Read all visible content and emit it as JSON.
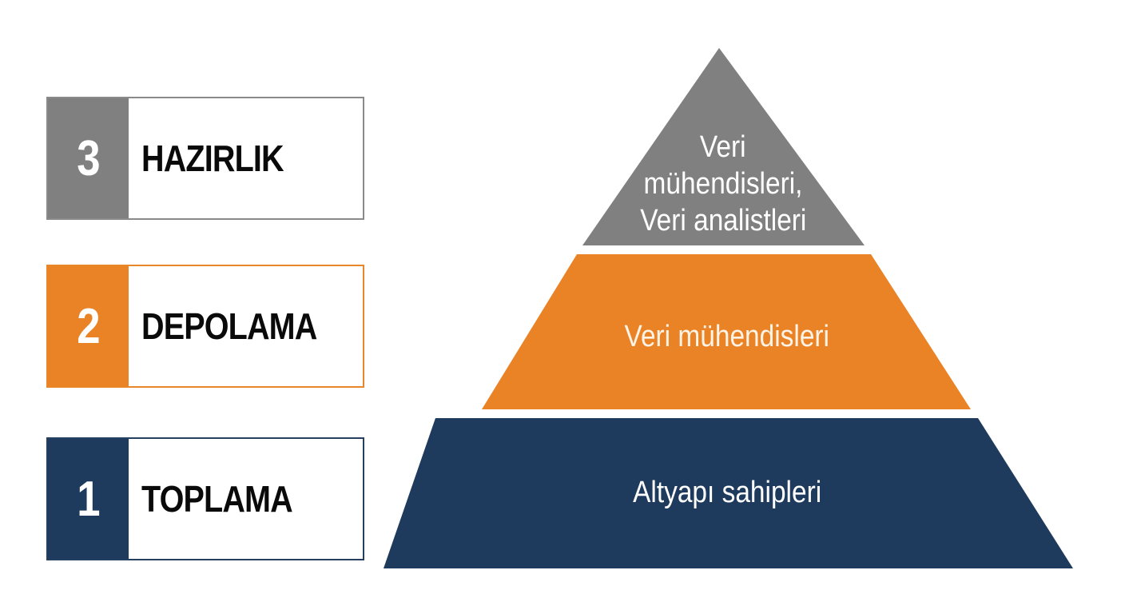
{
  "colors": {
    "gray": "#808080",
    "orange": "#e98326",
    "navy": "#1e3a5c",
    "background": "#ffffff"
  },
  "stages": [
    {
      "number": "3",
      "label": "HAZIRLIK",
      "color": "#808080"
    },
    {
      "number": "2",
      "label": "DEPOLAMA",
      "color": "#e98326"
    },
    {
      "number": "1",
      "label": "TOPLAMA",
      "color": "#1e3a5c"
    }
  ],
  "pyramid": {
    "top": {
      "lines": [
        "Veri",
        "mühendisleri,",
        "Veri analistleri"
      ],
      "color": "#808080"
    },
    "middle": {
      "text": "Veri mühendisleri",
      "color": "#e98326"
    },
    "bottom": {
      "text": "Altyapı sahipleri",
      "color": "#1e3a5c"
    }
  }
}
